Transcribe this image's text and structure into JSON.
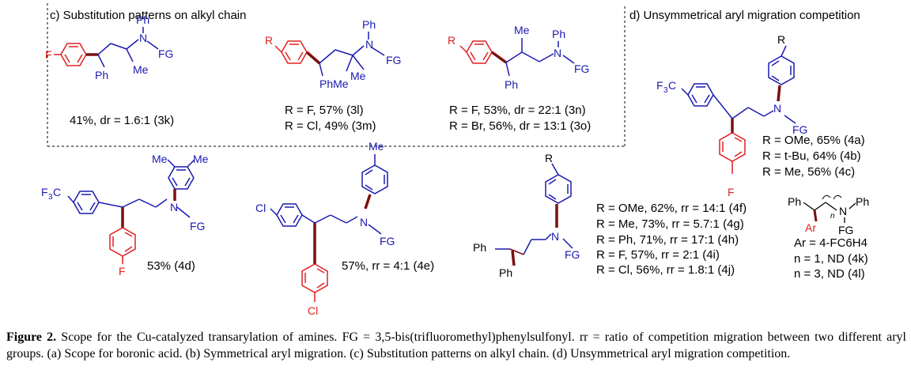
{
  "panels": {
    "c_title": "c) Substitution patterns on alkyl chain",
    "d_title": "d) Unsymmetrical aryl migration competition"
  },
  "colors": {
    "blue": "#1a1ab0",
    "red": "#e02020",
    "bond": "#7a1010",
    "text": "#000000"
  },
  "atoms": {
    "F": "F",
    "R": "R",
    "Ph": "Ph",
    "N": "N",
    "FG": "FG",
    "Me": "Me",
    "Cl": "Cl",
    "F3C": "F",
    "F3C_sub": "3",
    "F3C_C": "C",
    "Ar": "Ar",
    "n": "n",
    "PhMe": "PhMe"
  },
  "compounds": {
    "c3k": "41%, dr = 1.6:1 (3k)",
    "c3l": "R = F, 57% (3l)",
    "c3m": "R = Cl, 49% (3m)",
    "c3n": "R = F, 53%, dr = 22:1 (3n)",
    "c3o": "R = Br, 56%, dr = 13:1 (3o)",
    "c4d": "53% (4d)",
    "c4e": "57%, rr = 4:1 (4e)",
    "c4f": "R = OMe, 62%, rr = 14:1 (4f)",
    "c4g": "R = Me, 73%, rr = 5.7:1 (4g)",
    "c4h": "R = Ph, 71%, rr = 17:1 (4h)",
    "c4i": "R = F, 57%, rr = 2:1 (4i)",
    "c4j": "R = Cl, 56%, rr = 1.8:1 (4j)",
    "c4a": "R = OMe, 65% (4a)",
    "c4b": "R = t-Bu, 64% (4b)",
    "c4c": "R = Me, 56% (4c)",
    "ar_def": "Ar = 4-FC6H4",
    "c4k": "n = 1, ND (4k)",
    "c4l": "n = 3, ND (4l)"
  },
  "caption": {
    "label": "Figure 2.",
    "text": " Scope for the Cu-catalyzed transarylation of amines. FG = 3,5-bis(trifluoromethyl)phenylsulfonyl. rr = ratio of competition migration between two different aryl groups. (a) Scope for boronic acid. (b) Symmetrical aryl migration. (c) Substitution patterns on alkyl chain. (d) Unsymmetrical aryl migration competition."
  }
}
